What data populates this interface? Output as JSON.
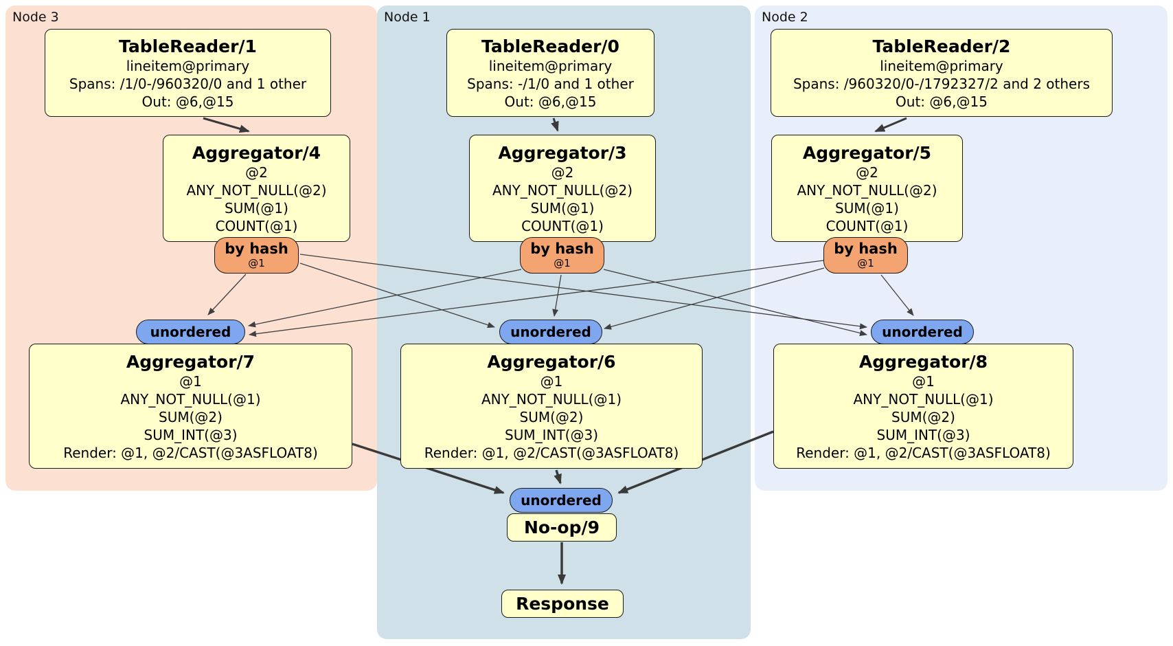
{
  "regions": {
    "node3": {
      "label": "Node 3",
      "bg": "#fce1d3"
    },
    "node1": {
      "label": "Node 1",
      "bg": "#cfe0e8"
    },
    "node2": {
      "label": "Node 2",
      "bg": "#e9effa"
    }
  },
  "colors": {
    "processor_box_fill": "#ffffcc",
    "hash_router_fill": "#f4a470",
    "sync_pill_fill": "#7fa7ef",
    "edge": "#404040",
    "border": "#1a1a1a"
  },
  "processors": {
    "tr1": {
      "title": "TableReader/1",
      "lines": [
        "lineitem@primary",
        "Spans: /1/0-/960320/0 and 1 other",
        "Out: @6,@15"
      ]
    },
    "tr0": {
      "title": "TableReader/0",
      "lines": [
        "lineitem@primary",
        "Spans: -/1/0 and 1 other",
        "Out: @6,@15"
      ]
    },
    "tr2": {
      "title": "TableReader/2",
      "lines": [
        "lineitem@primary",
        "Spans: /960320/0-/1792327/2 and 2 others",
        "Out: @6,@15"
      ]
    },
    "agg4": {
      "title": "Aggregator/4",
      "lines": [
        "@2",
        "ANY_NOT_NULL(@2)",
        "SUM(@1)",
        "COUNT(@1)"
      ]
    },
    "agg3": {
      "title": "Aggregator/3",
      "lines": [
        "@2",
        "ANY_NOT_NULL(@2)",
        "SUM(@1)",
        "COUNT(@1)"
      ]
    },
    "agg5": {
      "title": "Aggregator/5",
      "lines": [
        "@2",
        "ANY_NOT_NULL(@2)",
        "SUM(@1)",
        "COUNT(@1)"
      ]
    },
    "agg7": {
      "title": "Aggregator/7",
      "lines": [
        "@1",
        "ANY_NOT_NULL(@1)",
        "SUM(@2)",
        "SUM_INT(@3)",
        "Render: @1, @2/CAST(@3ASFLOAT8)"
      ]
    },
    "agg6": {
      "title": "Aggregator/6",
      "lines": [
        "@1",
        "ANY_NOT_NULL(@1)",
        "SUM(@2)",
        "SUM_INT(@3)",
        "Render: @1, @2/CAST(@3ASFLOAT8)"
      ]
    },
    "agg8": {
      "title": "Aggregator/8",
      "lines": [
        "@1",
        "ANY_NOT_NULL(@1)",
        "SUM(@2)",
        "SUM_INT(@3)",
        "Render: @1, @2/CAST(@3ASFLOAT8)"
      ]
    },
    "noop": {
      "title": "No-op/9"
    },
    "response": {
      "title": "Response"
    }
  },
  "routers": {
    "by_hash": {
      "label": "by hash",
      "sub": "@1"
    },
    "unordered": {
      "label": "unordered"
    }
  }
}
